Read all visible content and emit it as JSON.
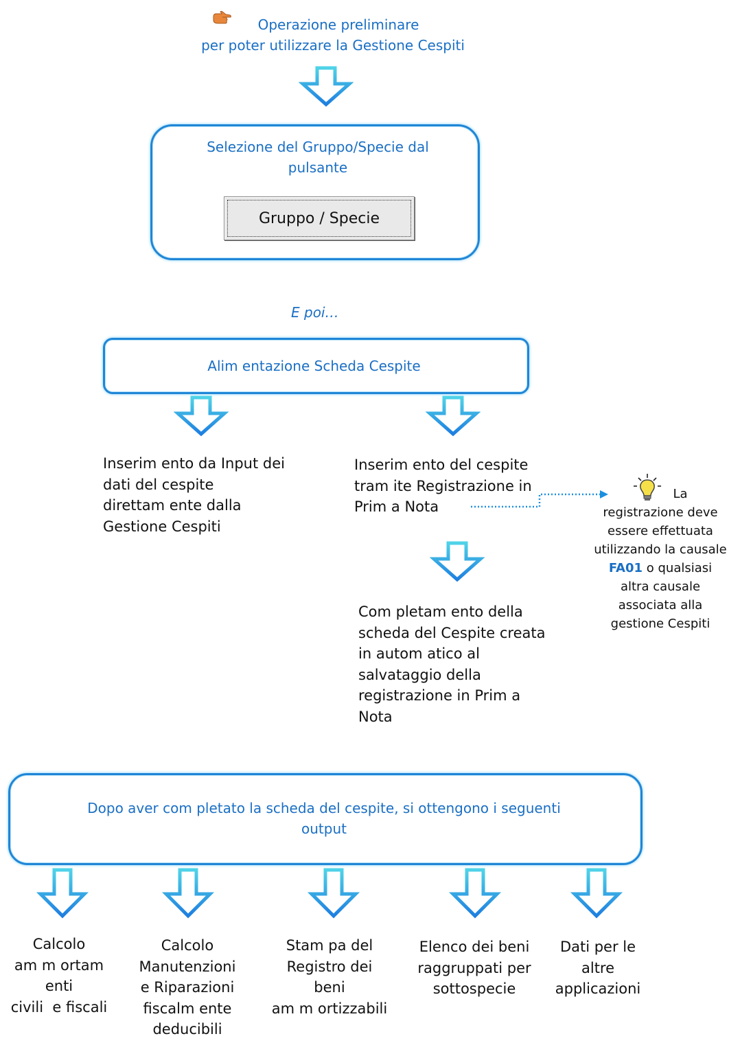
{
  "intro": {
    "line1": "Operazione preliminare",
    "line2": "per poter utilizzare la Gestione Cespiti"
  },
  "box1": {
    "text_line1": "Selezione del Gruppo/Specie dal",
    "text_line2": "pulsante",
    "button_label": "Gruppo / Specie"
  },
  "epoi": "E poi…",
  "box2": {
    "text": "Alim entazione Scheda Cespite"
  },
  "left_branch": {
    "lines": [
      "Inserim ento da Input dei",
      "dati del cespite",
      "direttam ente dalla",
      "Gestione Cespiti"
    ]
  },
  "right_branch": {
    "lines": [
      "Inserim ento del cespite",
      "tram ite Registrazione in",
      "Prim a Nota"
    ]
  },
  "tip": {
    "line1": "La",
    "line2": "registrazione deve",
    "line3": "essere effettuata",
    "line4": "utilizzando la causale",
    "code": "FA01",
    "line5_rest": " o qualsiasi",
    "line6": "altra causale",
    "line7": "associata alla",
    "line8": "gestione Cespiti"
  },
  "completion": {
    "lines": [
      "Com pletam ento della",
      "scheda del Cespite creata",
      "in autom atico al",
      "salvataggio della",
      "registrazione in Prim a",
      "Nota"
    ]
  },
  "box3": {
    "line1": "Dopo aver com pletato la scheda del cespite, si ottengono i seguenti",
    "line2": "output"
  },
  "outputs": [
    {
      "lines": [
        "Calcolo",
        "am m ortam enti",
        "civili  e fiscali"
      ]
    },
    {
      "lines": [
        "Calcolo",
        "Manutenzioni",
        "e Riparazioni",
        "fiscalm ente",
        "deducibili"
      ]
    },
    {
      "lines": [
        "Stam pa del",
        "Registro dei",
        "beni",
        "am m ortizzabili"
      ]
    },
    {
      "lines": [
        "Elenco dei beni",
        "raggruppati per",
        "sottospecie"
      ]
    },
    {
      "lines": [
        "Dati per le",
        "altre",
        "applicazioni"
      ]
    }
  ],
  "icons": {
    "pointing_hand": "pointing-hand-icon",
    "lightbulb": "lightbulb-icon",
    "arrow": "arrow-down-icon"
  },
  "colors": {
    "text_blue": "#1a6fc4",
    "box_border": "#1f86d6",
    "arrow_blue": "#1e90e6",
    "arrow_cyan": "#3ec9e6"
  }
}
